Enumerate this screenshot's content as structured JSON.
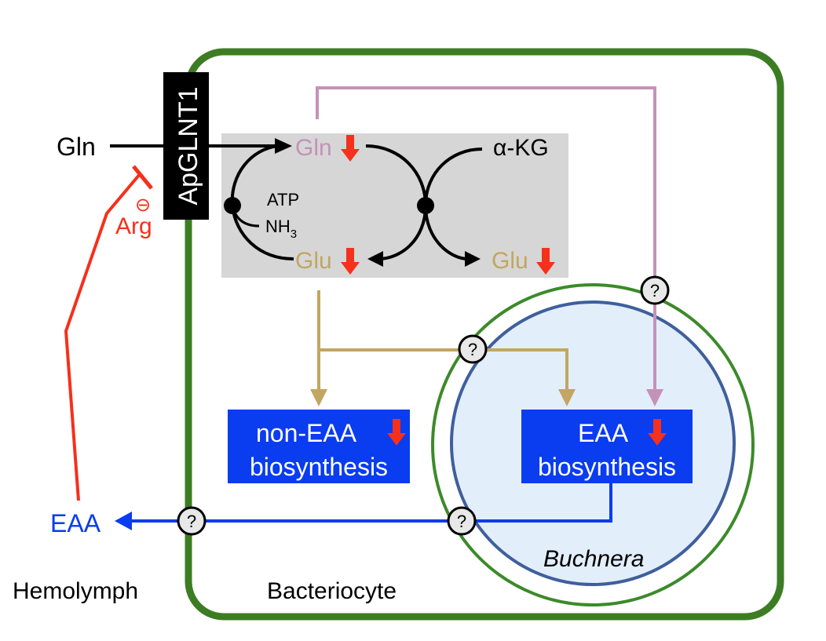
{
  "labels": {
    "transporter": "ApGLNT1",
    "gln_outside": "Gln",
    "arg": "Arg",
    "inhibition_symbol": "⊖",
    "gln_inside": "Gln",
    "akg": "α-KG",
    "atp": "ATP",
    "nh3": "NH",
    "nh3_subscript": "3",
    "glu_left": "Glu",
    "glu_right": "Glu",
    "non_eaa_line1": "non-EAA",
    "non_eaa_line2": "biosynthesis",
    "eaa_line1": "EAA",
    "eaa_line2": "biosynthesis",
    "eaa_outside": "EAA",
    "buchnera": "Buchnera",
    "hemolymph": "Hemolymph",
    "bacteriocyte": "Bacteriocyte",
    "unknown_transport": "?"
  },
  "colors": {
    "cell_border": "#3c7d24",
    "buchnera_outer": "#3c8a2a",
    "buchnera_inner_border": "#3f5f9c",
    "buchnera_fill": "#e3eefb",
    "gln_pink": "#c492b8",
    "glu_tan": "#c2a661",
    "eaa_blue": "#0a3cf0",
    "arg_red": "#f5301b",
    "down_arrow": "#f5301b",
    "gray_box": "#d6d6d6"
  },
  "icons": {
    "down_arrow": "decrease-arrow-icon",
    "question": "unknown-transporter-icon",
    "inhibition": "inhibition-icon"
  }
}
